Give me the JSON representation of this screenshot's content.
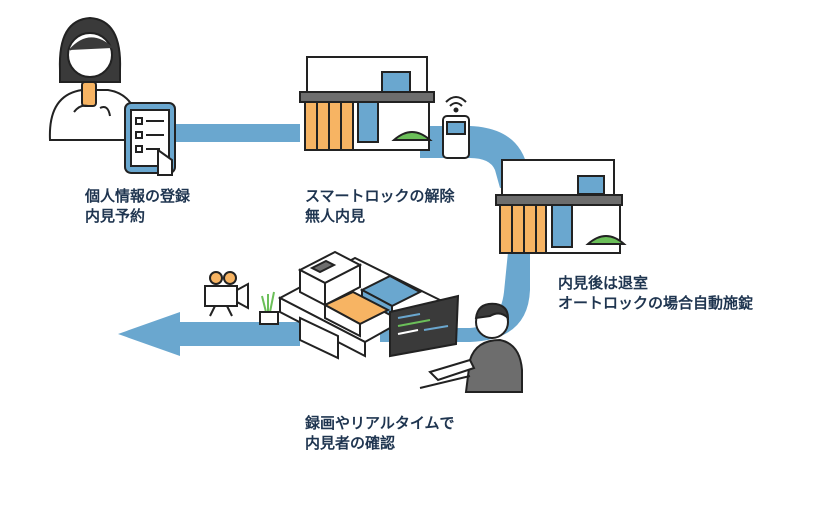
{
  "steps": [
    {
      "line1": "個人情報の登録",
      "line2": "内見予約"
    },
    {
      "line1": "スマートロックの解除",
      "line2": "無人内見"
    },
    {
      "line1": "内見後は退室",
      "line2": "オートロックの場合自動施錠"
    },
    {
      "line1": "録画やリアルタイムで",
      "line2": "内見者の確認"
    }
  ],
  "colors": {
    "arrow": "#6aa7cf",
    "outline": "#222222",
    "accent_orange": "#f7b463",
    "accent_blue": "#6aa7cf",
    "accent_green": "#6bbf59",
    "label_text": "#1f3550"
  },
  "icons": [
    "woman-with-phone-icon",
    "tablet-checklist-icon",
    "house-icon",
    "smartlock-icon",
    "wifi-icon",
    "camera-icon",
    "plant-icon",
    "monitor-icon",
    "operator-icon",
    "room-isometric-icon"
  ]
}
